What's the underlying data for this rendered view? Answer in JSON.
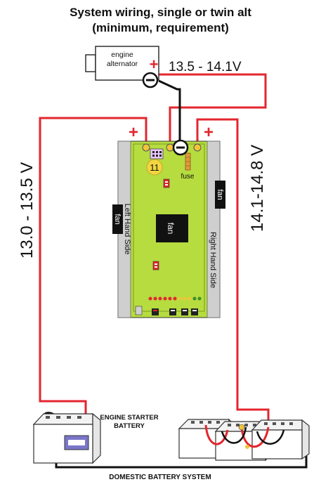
{
  "title_line1": "System wiring, single or twin alt",
  "title_line2": "(minimum, requirement)",
  "alternator": {
    "label_line1": "engine",
    "label_line2": "alternator",
    "voltage": "13.5 - 14.1V"
  },
  "voltage_left": "13.0 - 13.5 V",
  "voltage_right": "14.1-14.8 V",
  "board": {
    "terminal_number": "11",
    "fuse_label": "fuse",
    "fan_center": "fan",
    "fan_left": "fan",
    "fan_right": "fan",
    "left_side": "Left Hand Side",
    "right_side": "Right Hand Side"
  },
  "plus_sign": "+",
  "minus_sign": "−",
  "starter_label_line1": "ENGINE STARTER",
  "starter_label_line2": "BATTERY",
  "domestic_label": "DOMESTIC BATTERY SYSTEM",
  "colors": {
    "positive_wire": "#e3262e",
    "negative_wire": "#111111",
    "board": "#b6dc3f",
    "rail": "#cfcfcf",
    "terminal": "#f2c438"
  }
}
